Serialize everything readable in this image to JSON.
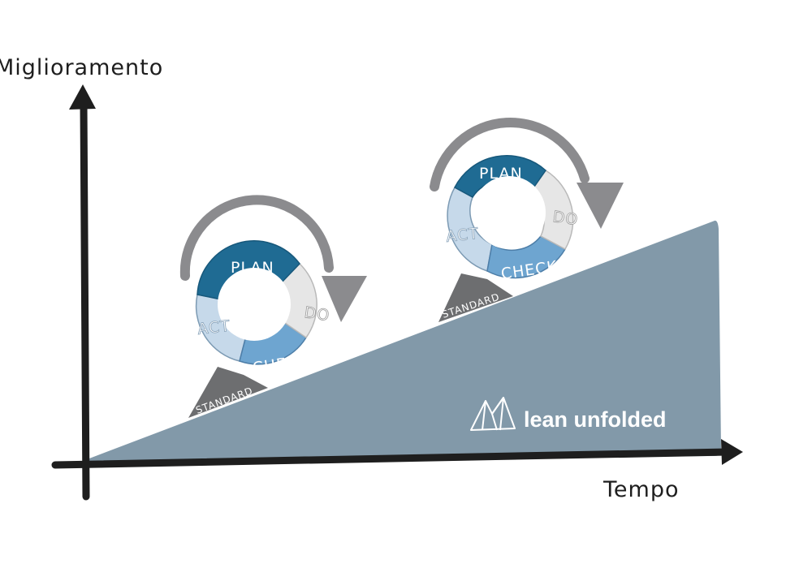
{
  "axes": {
    "y_label": "Miglioramento",
    "x_label": "Tempo"
  },
  "cycles": [
    {
      "plan": "PLAN",
      "do": "DO",
      "check": "CHECK",
      "act": "ACT",
      "standard": "STANDARD"
    },
    {
      "plan": "PLAN",
      "do": "DO",
      "check": "CHECK",
      "act": "ACT",
      "standard": "STANDARD"
    }
  ],
  "brand": {
    "name": "lean unfolded",
    "logo_icon": "origami-mountain-icon"
  },
  "colors": {
    "slope": "#8299a9",
    "axis": "#1e1e1e",
    "plan": "#1f6b93",
    "do": "#e6e6e6",
    "check": "#6ea5d0",
    "act": "#c6d9ea",
    "arrow": "#8b8b8e",
    "wedge": "#6d6e70"
  }
}
